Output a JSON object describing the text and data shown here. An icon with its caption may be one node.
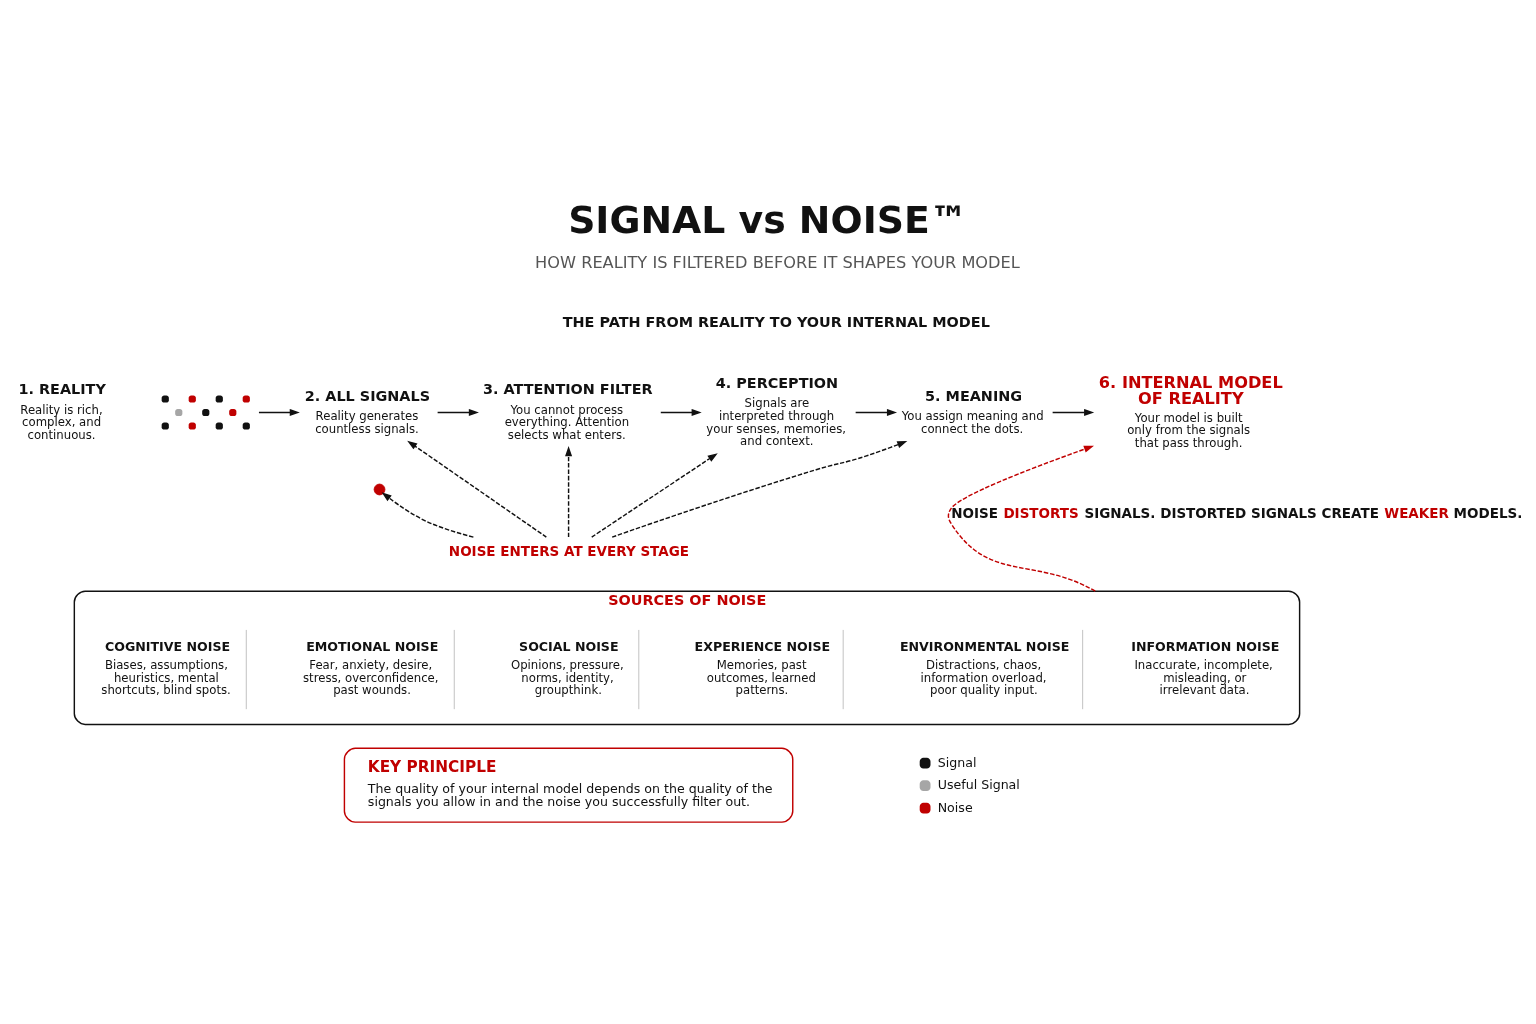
{
  "diagram": {
    "title": "SIGNAL vs NOISE™",
    "nodes": [
      {
        "text": [
          "1. REALITY",
          "Reality is rich, complex, and continuous."
        ]
      },
      {
        "text": [],
        "shape": "picture"
      },
      {
        "text": [],
        "shape": "circle"
      },
      {
        "text": [
          "2. ALL SIGNALS",
          "Reality generates countless signals."
        ]
      },
      {
        "text": [
          "3. ATTENTION FILTER",
          "You cannot process everything. Attention selects what enters."
        ]
      },
      {
        "text": [
          "4. PERCEPTION",
          "Signals are interpreted through your senses, memories, and context."
        ]
      },
      {
        "text": [
          "5. MEANING",
          "You assign meaning and connect the dots."
        ]
      },
      {
        "text": [
          "6. INTERNAL MODEL OF REALITY",
          "Your model is built only from the signals that pass through."
        ]
      },
      {
        "text": [
          "NOISE ENTERS AT EVERY STAGE"
        ]
      },
      {
        "text": [
          "SOURCES OF NOISE"
        ]
      },
      {
        "text": [
          "COGNITIVE NOISE",
          "Biases, assumptions, heuristics, mental shortcuts, blind spots."
        ],
        "in": 9
      },
      {
        "text": [
          "EMOTIONAL NOISE",
          "Fear, anxiety, desire, stress, overconfidence, past wounds."
        ],
        "in": 9
      },
      {
        "text": [
          "SOCIAL NOISE",
          "Opinions, pressure, norms, identity, groupthink."
        ],
        "in": 9
      },
      {
        "text": [
          "EXPERIENCE NOISE",
          "Memories, past outcomes, learned patterns."
        ],
        "in": 9
      },
      {
        "text": [
          "ENVIRONMENTAL NOISE",
          "Distractions, chaos, information overload, poor quality input."
        ],
        "in": 9
      },
      {
        "text": [
          "INFORMATION NOISE",
          "Inaccurate, incomplete, misleading, or irrelevant data."
        ],
        "in": 9
      },
      {
        "text": [
          "KEY PRINCIPLE",
          "The quality of your internal model depends on the quality of the signals you allow in and the noise you successfully filter out."
        ]
      }
    ],
    "edges": [
      {
        "from": 1,
        "to": 3,
        "arrow": "to"
      },
      {
        "from": 3,
        "to": 4,
        "arrow": "to"
      },
      {
        "from": 4,
        "to": 5,
        "arrow": "to"
      },
      {
        "from": 5,
        "to": 6,
        "arrow": "to"
      },
      {
        "from": 6,
        "to": 7,
        "arrow": "to"
      },
      {
        "from": 8,
        "to": 2,
        "arrow": "to",
        "style": "dashed"
      },
      {
        "from": 8,
        "to": 3,
        "arrow": "to",
        "style": "dashed"
      },
      {
        "from": 8,
        "to": 4,
        "arrow": "to",
        "style": "dashed"
      },
      {
        "from": 8,
        "to": 5,
        "arrow": "to",
        "style": "dashed"
      },
      {
        "from": 8,
        "to": 6,
        "arrow": "to",
        "style": "dashed"
      },
      {
        "from": 9,
        "to": 7,
        "arrow": "to",
        "style": "dashed",
        "color": "#c00000",
        "label": "NOISE **DISTORTS** SIGNALS. DISTORTED SIGNALS CREATE **WEAKER** MODELS."
      }
    ],
    "labels": [
      "HOW REALITY IS FILTERED BEFORE IT SHAPES YOUR MODEL",
      "THE PATH FROM REALITY TO YOUR INTERNAL MODEL"
    ],
    "legend": [
      {
        "text": "Signal",
        "color": "#111111"
      },
      {
        "text": "Useful Signal",
        "color": "#a6a6a6"
      },
      {
        "text": "Noise",
        "color": "#c00000"
      }
    ]
  }
}
